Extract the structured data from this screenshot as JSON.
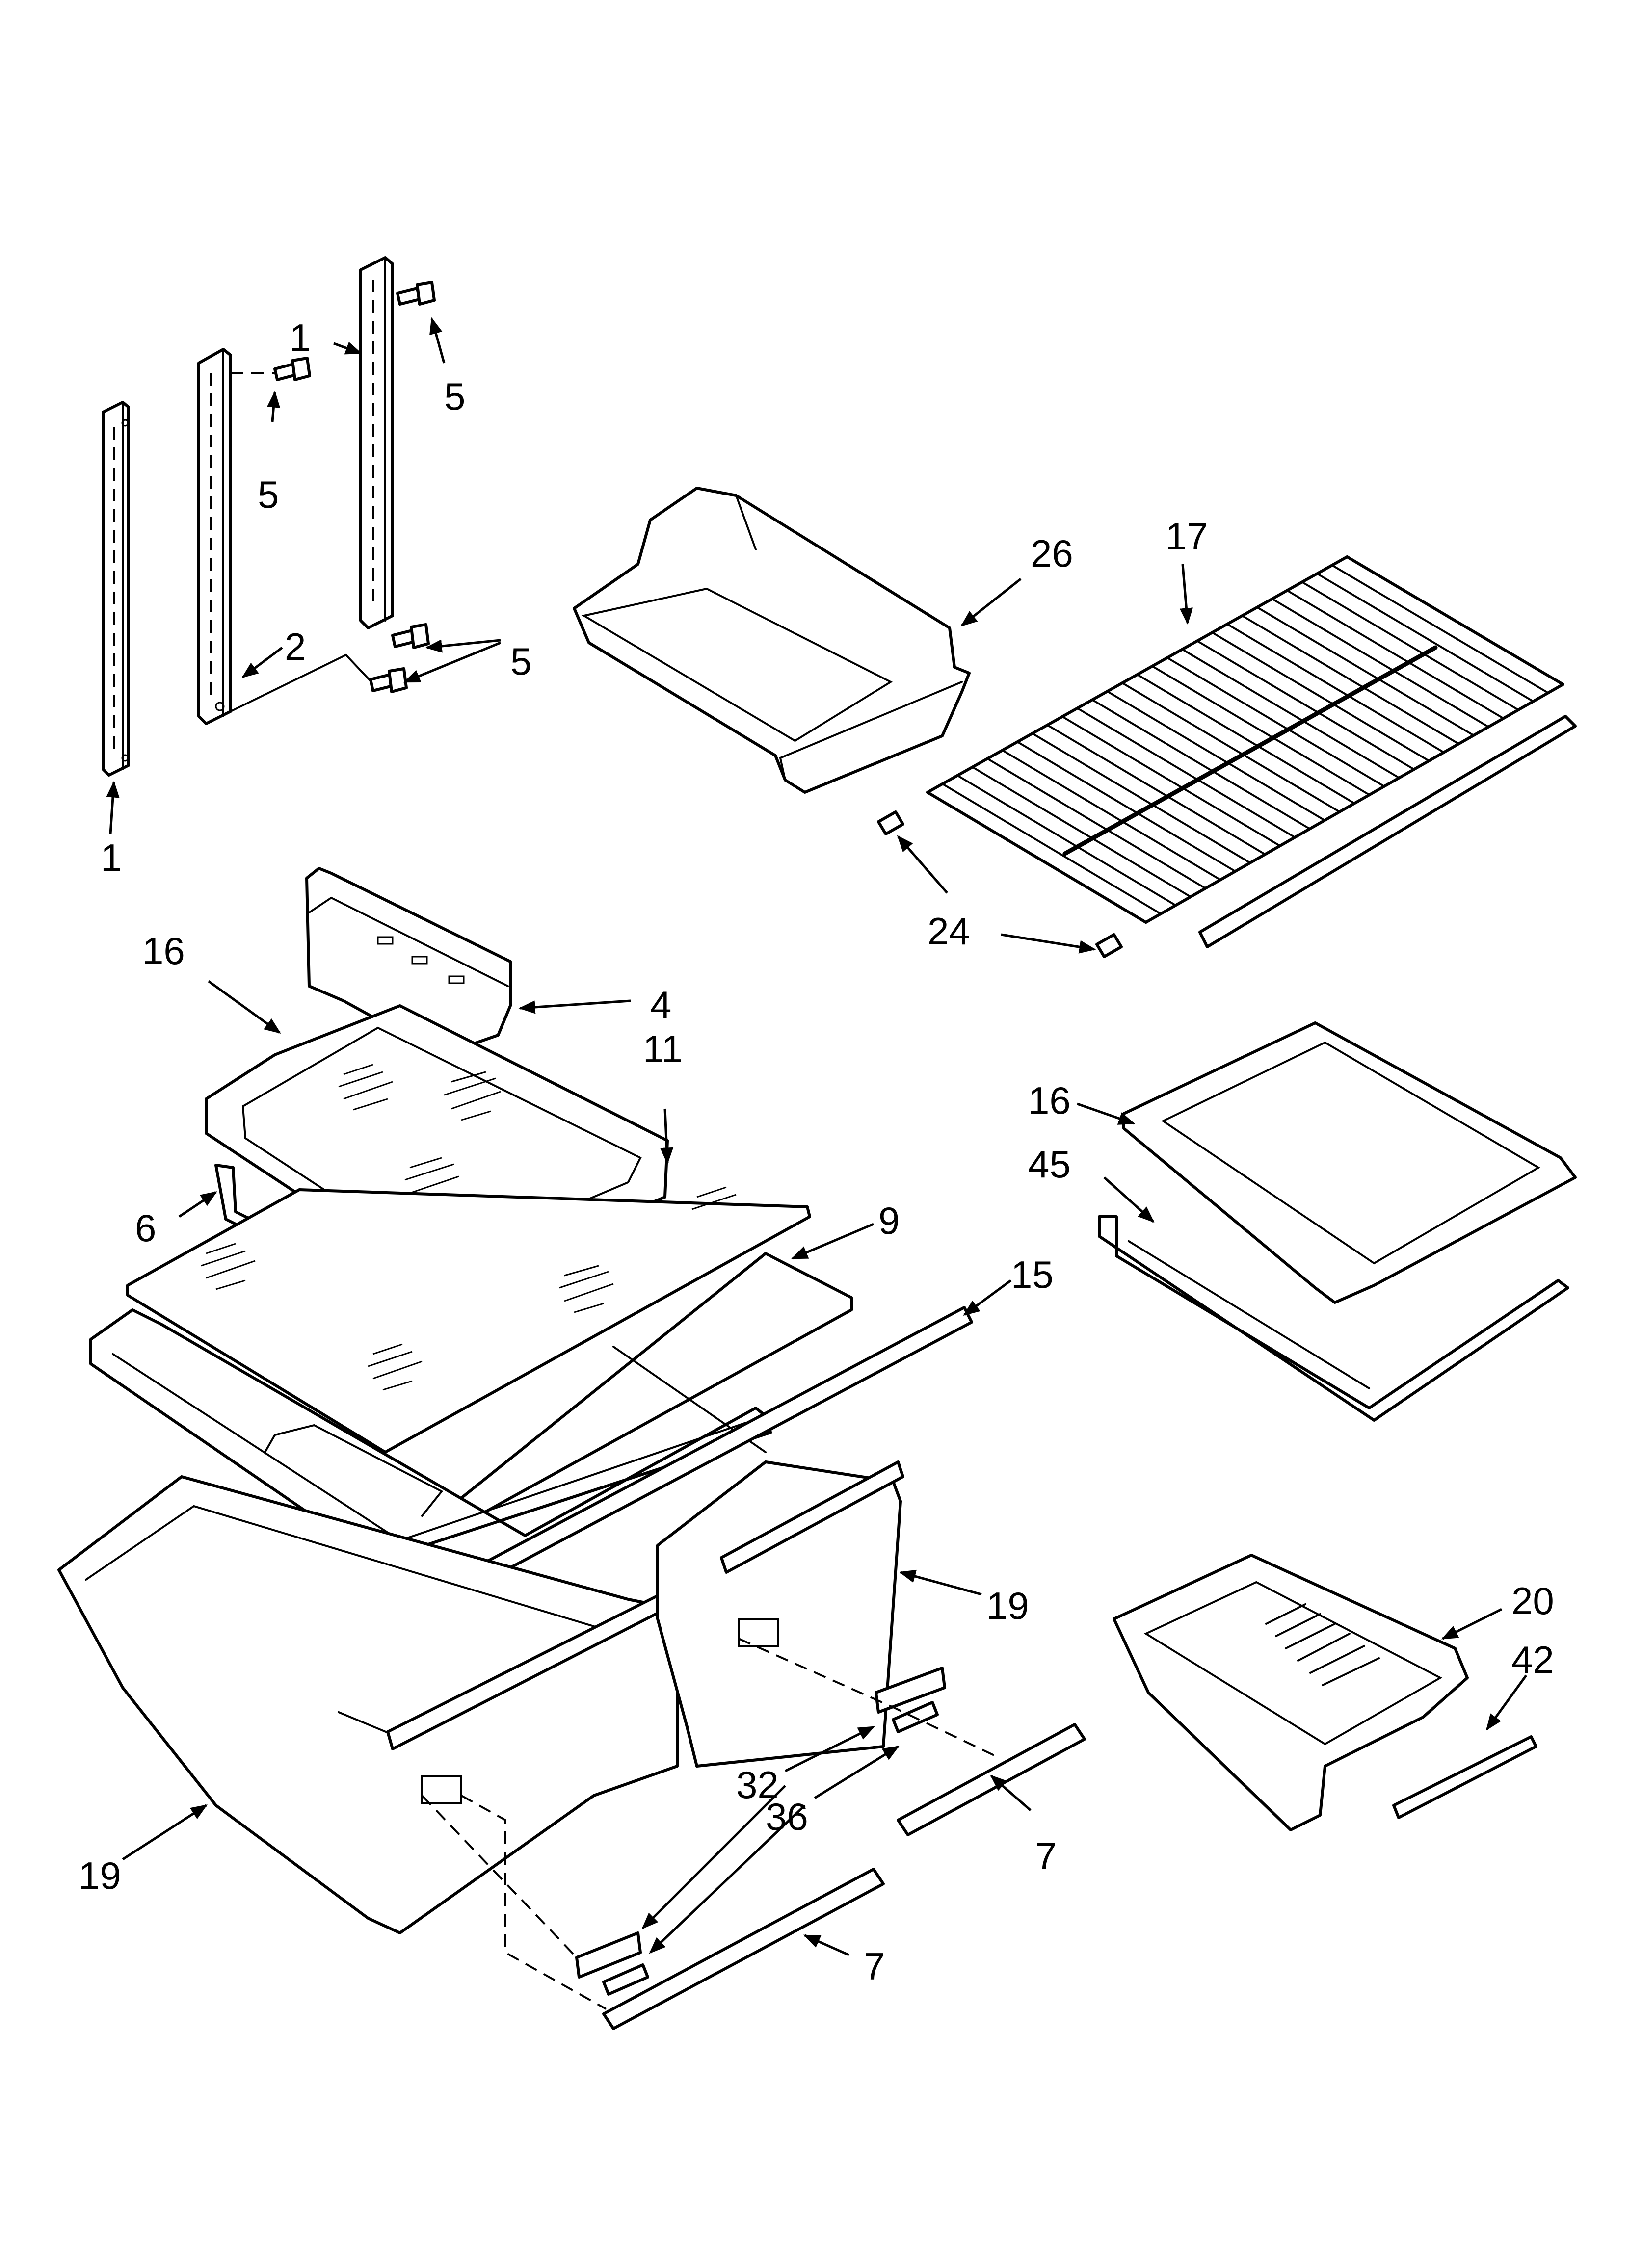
{
  "diagram": {
    "callouts": [
      {
        "id": "c-1-top",
        "text": "1"
      },
      {
        "id": "c-5-top",
        "text": "5"
      },
      {
        "id": "c-5-left",
        "text": "5"
      },
      {
        "id": "c-2",
        "text": "2"
      },
      {
        "id": "c-5-pair",
        "text": "5"
      },
      {
        "id": "c-1-bottom",
        "text": "1"
      },
      {
        "id": "c-26",
        "text": "26"
      },
      {
        "id": "c-17",
        "text": "17"
      },
      {
        "id": "c-24",
        "text": "24"
      },
      {
        "id": "c-16-left",
        "text": "16"
      },
      {
        "id": "c-4",
        "text": "4"
      },
      {
        "id": "c-11",
        "text": "11"
      },
      {
        "id": "c-6",
        "text": "6"
      },
      {
        "id": "c-9",
        "text": "9"
      },
      {
        "id": "c-15",
        "text": "15"
      },
      {
        "id": "c-16-right",
        "text": "16"
      },
      {
        "id": "c-45",
        "text": "45"
      },
      {
        "id": "c-19-right",
        "text": "19"
      },
      {
        "id": "c-20",
        "text": "20"
      },
      {
        "id": "c-42",
        "text": "42"
      },
      {
        "id": "c-32",
        "text": "32"
      },
      {
        "id": "c-36",
        "text": "36"
      },
      {
        "id": "c-7-right",
        "text": "7"
      },
      {
        "id": "c-19-left",
        "text": "19"
      },
      {
        "id": "c-7-bottom",
        "text": "7"
      }
    ]
  }
}
